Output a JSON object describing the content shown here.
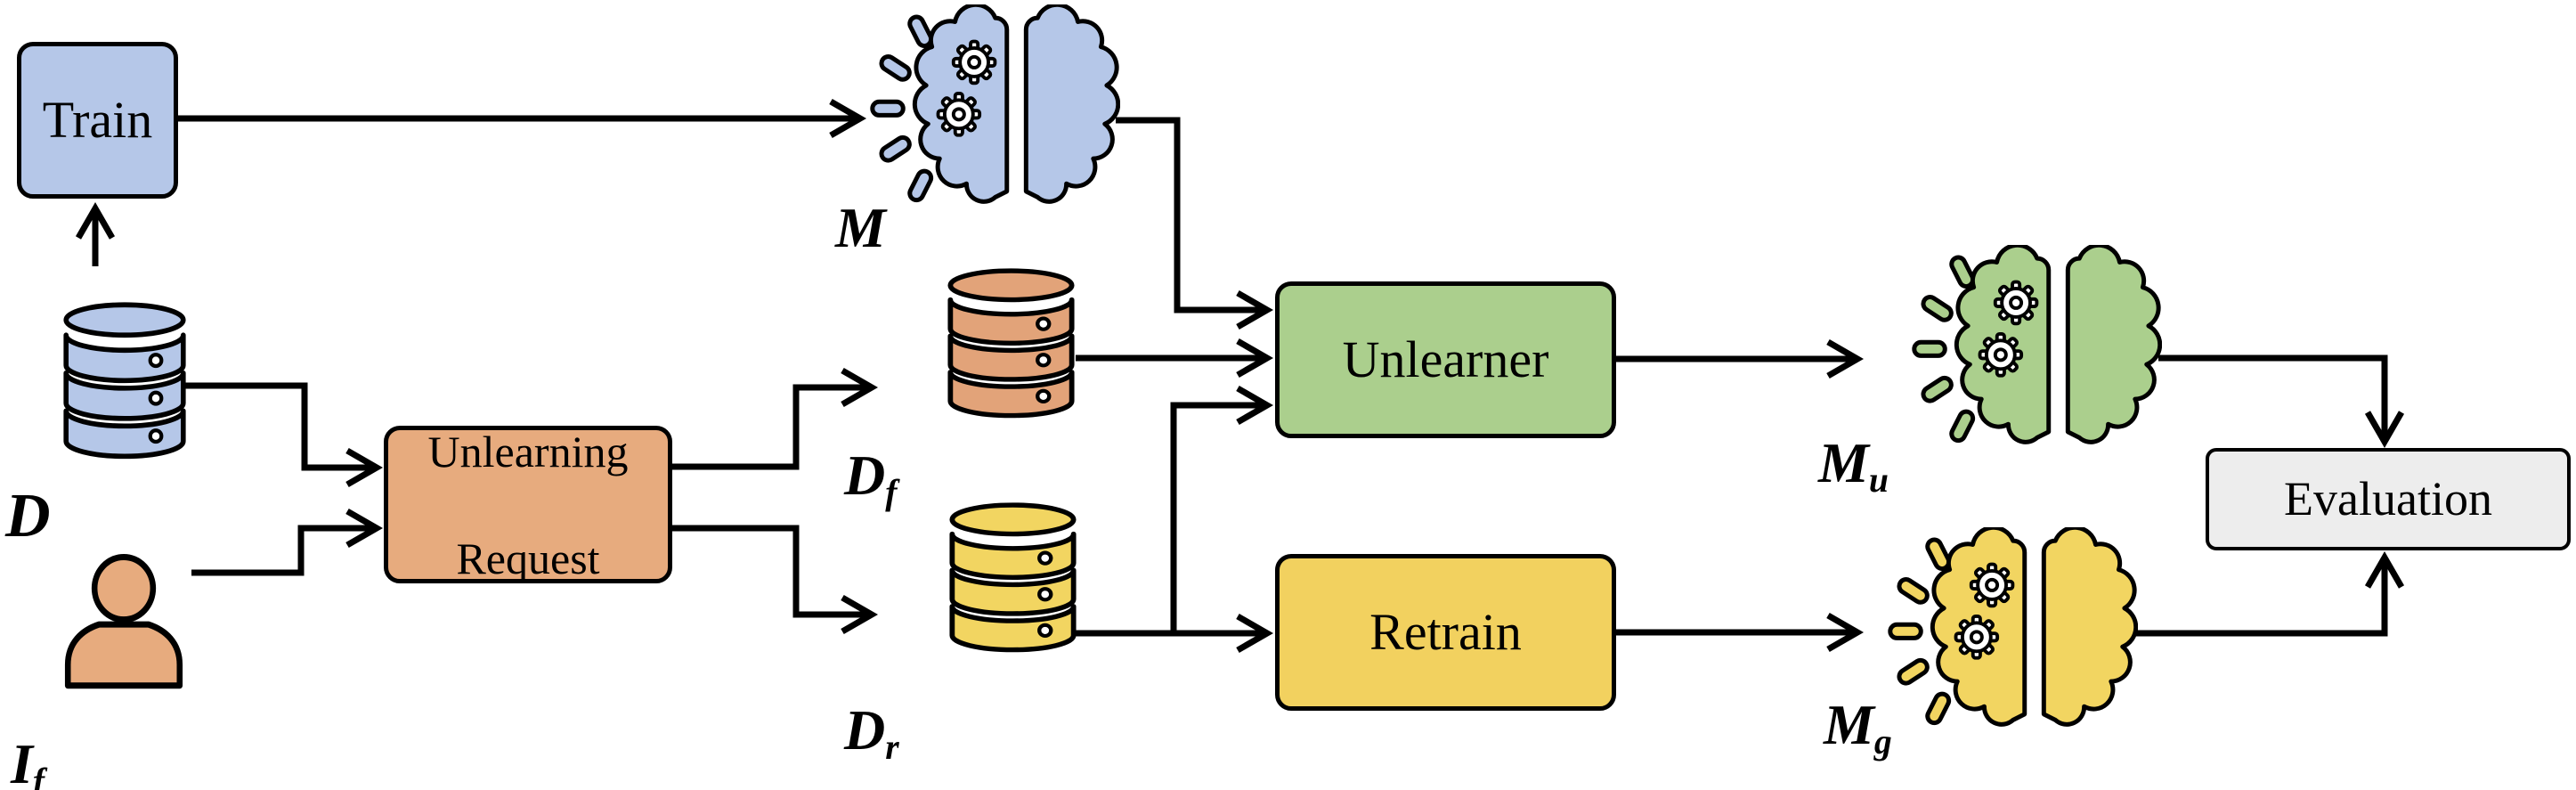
{
  "diagram": {
    "description": "Machine unlearning pipeline flow diagram",
    "background": "#ffffff",
    "colors": {
      "blue": "#b5c7e8",
      "orange": "#e7ab7e",
      "green": "#abcf8d",
      "yellow": "#f2d15f",
      "gray": "#ededed",
      "stroke": "#000000",
      "gear_white": "#ffffff"
    },
    "nodes": {
      "train": {
        "type": "process-box",
        "label": "Train",
        "fill": "#b5c7e8"
      },
      "dataset": {
        "type": "database",
        "label_base": "D",
        "label_sub": "",
        "fill": "#b5c7e8"
      },
      "forget_user": {
        "type": "person",
        "label_base": "I",
        "label_sub": "f",
        "fill": "#e7ab7e"
      },
      "unlearning_request": {
        "type": "process-box",
        "label_line1": "Unlearning",
        "label_line2": "Request",
        "fill": "#e7ab7e"
      },
      "original_model": {
        "type": "brain-gears",
        "label_base": "M",
        "label_sub": "",
        "fill": "#b5c7e8"
      },
      "forget_set": {
        "type": "database",
        "label_base": "D",
        "label_sub": "f",
        "fill": "#e2a379"
      },
      "retain_set": {
        "type": "database",
        "label_base": "D",
        "label_sub": "r",
        "fill": "#f2d561"
      },
      "unlearner": {
        "type": "process-box",
        "label": "Unlearner",
        "fill": "#abcf8d"
      },
      "retrain": {
        "type": "process-box",
        "label": "Retrain",
        "fill": "#f2d15f"
      },
      "unlearned_model": {
        "type": "brain-gears",
        "label_base": "M",
        "label_sub": "u",
        "fill": "#abcf8d"
      },
      "gold_model": {
        "type": "brain-gears",
        "label_base": "M",
        "label_sub": "g",
        "fill": "#f2d561"
      },
      "evaluation": {
        "type": "process-box",
        "label": "Evaluation",
        "fill": "#ededed"
      }
    },
    "edges": [
      {
        "from": "dataset",
        "to": "train"
      },
      {
        "from": "train",
        "to": "original_model"
      },
      {
        "from": "dataset",
        "to": "unlearning_request"
      },
      {
        "from": "forget_user",
        "to": "unlearning_request"
      },
      {
        "from": "unlearning_request",
        "to": "forget_set"
      },
      {
        "from": "unlearning_request",
        "to": "retain_set"
      },
      {
        "from": "original_model",
        "to": "unlearner"
      },
      {
        "from": "forget_set",
        "to": "unlearner"
      },
      {
        "from": "retain_set",
        "to": "unlearner"
      },
      {
        "from": "retain_set",
        "to": "retrain"
      },
      {
        "from": "unlearner",
        "to": "unlearned_model"
      },
      {
        "from": "retrain",
        "to": "gold_model"
      },
      {
        "from": "unlearned_model",
        "to": "evaluation"
      },
      {
        "from": "gold_model",
        "to": "evaluation"
      }
    ],
    "icons": {
      "database": "database-cylinder-icon",
      "person": "person-silhouette-icon",
      "brain": "brain-with-gears-icon",
      "arrow": "chevron-arrowhead"
    }
  }
}
